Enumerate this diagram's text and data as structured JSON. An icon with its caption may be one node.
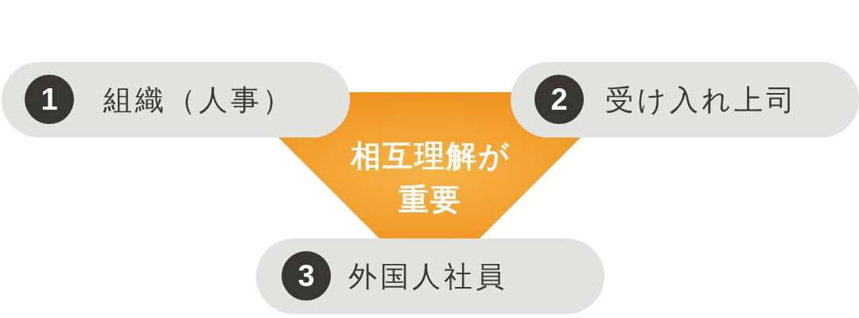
{
  "diagram": {
    "nodes": [
      {
        "text": [
          "組織（人事）"
        ]
      },
      {
        "text": [
          "1"
        ],
        "in": 0
      },
      {
        "text": [
          "受け入れ上司"
        ]
      },
      {
        "text": [
          "2"
        ],
        "in": 2
      },
      {
        "text": [
          "相互理解が重要"
        ]
      },
      {
        "text": [
          "外国人社員"
        ]
      },
      {
        "text": [
          "3"
        ],
        "in": 5
      }
    ]
  }
}
